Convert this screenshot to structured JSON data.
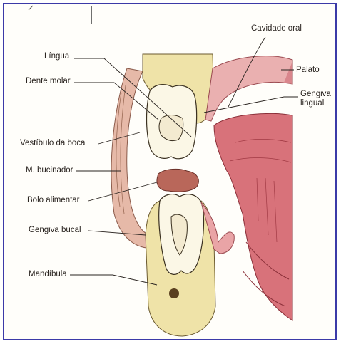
{
  "labels": {
    "cavidade_oral": "Cavidade oral",
    "lingua": "Língua",
    "palato": "Palato",
    "dente_molar": "Dente molar",
    "gengiva_lingual_1": "Gengiva",
    "gengiva_lingual_2": "lingual",
    "vestibulo": "Vestíbulo da boca",
    "bucinador": "M. bucinador",
    "bolo": "Bolo alimentar",
    "gengiva_bucal": "Gengiva bucal",
    "mandibula": "Mandíbula"
  },
  "colors": {
    "frame": "#3b3aa8",
    "bone": "#efe3a8",
    "enamel": "#fbf7e6",
    "pink": "#e9a4a6",
    "deep_pink": "#c8505a",
    "bolus": "#b9675a",
    "line": "#2a2420"
  }
}
